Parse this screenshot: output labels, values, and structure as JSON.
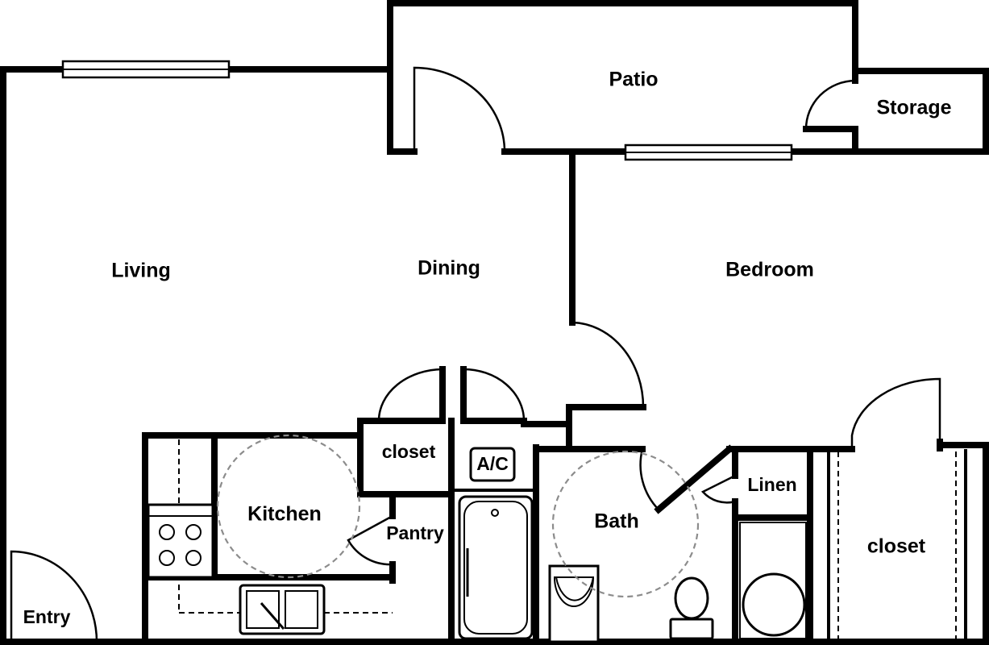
{
  "rooms": {
    "patio": "Patio",
    "storage": "Storage",
    "living": "Living",
    "dining": "Dining",
    "bedroom": "Bedroom",
    "closet_hall": "closet",
    "ac": "A/C",
    "kitchen": "Kitchen",
    "pantry": "Pantry",
    "bath": "Bath",
    "linen": "Linen",
    "closet_bedroom": "closet",
    "entry": "Entry"
  },
  "colors": {
    "wall": "#000000",
    "background": "#ffffff",
    "turning_radius": "#8c8c8c"
  }
}
